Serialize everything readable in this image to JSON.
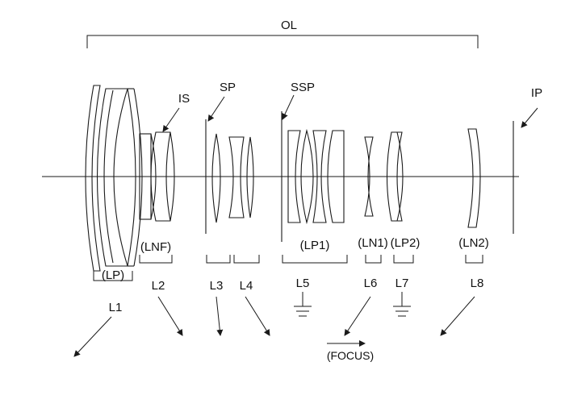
{
  "labels": {
    "ol": "OL",
    "is": "IS",
    "sp": "SP",
    "ssp": "SSP",
    "ip": "IP",
    "lnf": "(LNF)",
    "lp": "(LP)",
    "lp1": "(LP1)",
    "ln1": "(LN1)",
    "lp2": "(LP2)",
    "ln2": "(LN2)",
    "l1": "L1",
    "l2": "L2",
    "l3": "L3",
    "l4": "L4",
    "l5": "L5",
    "l6": "L6",
    "l7": "L7",
    "l8": "L8",
    "focus": "(FOCUS)"
  },
  "colors": {
    "line": "#1a1a1a",
    "background": "#ffffff"
  }
}
